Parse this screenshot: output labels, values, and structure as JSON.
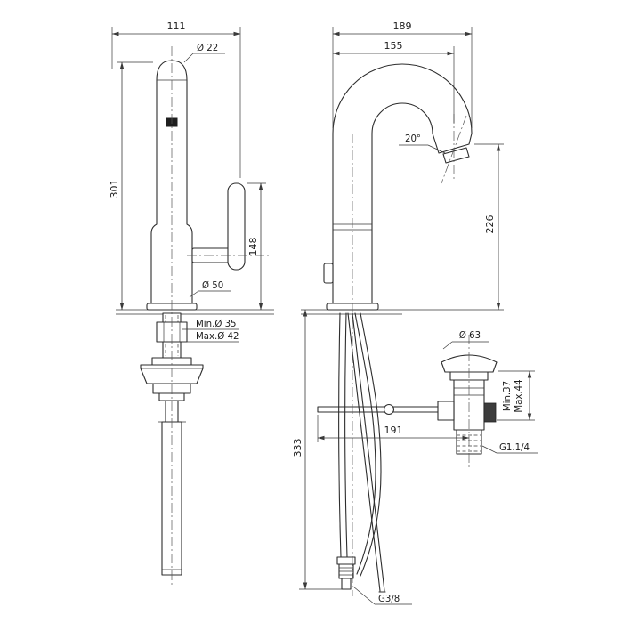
{
  "drawing": {
    "type": "technical-dimension-drawing",
    "subject": "single-lever basin mixer faucet with pop-up waste",
    "colors": {
      "background": "#ffffff",
      "line": "#2d2d2d",
      "dim_line": "#3a3a3a",
      "text": "#1c1c1c"
    }
  },
  "left_view": {
    "width": "111",
    "spout_diameter": "Ø 22",
    "height_total": "301",
    "handle_height": "148",
    "body_diameter": "Ø 50",
    "hole_min": "Min.Ø 35",
    "hole_max": "Max.Ø 42"
  },
  "right_view": {
    "width": "189",
    "spout_reach": "155",
    "outlet_angle": "20°",
    "spout_height": "226",
    "under_counter_height": "333",
    "drain_offset": "191",
    "drain_flange_diameter": "Ø 63",
    "clamp_min": "Min.37",
    "clamp_max": "Max.44",
    "drain_thread": "G1.1/4",
    "supply_thread": "G3/8"
  }
}
